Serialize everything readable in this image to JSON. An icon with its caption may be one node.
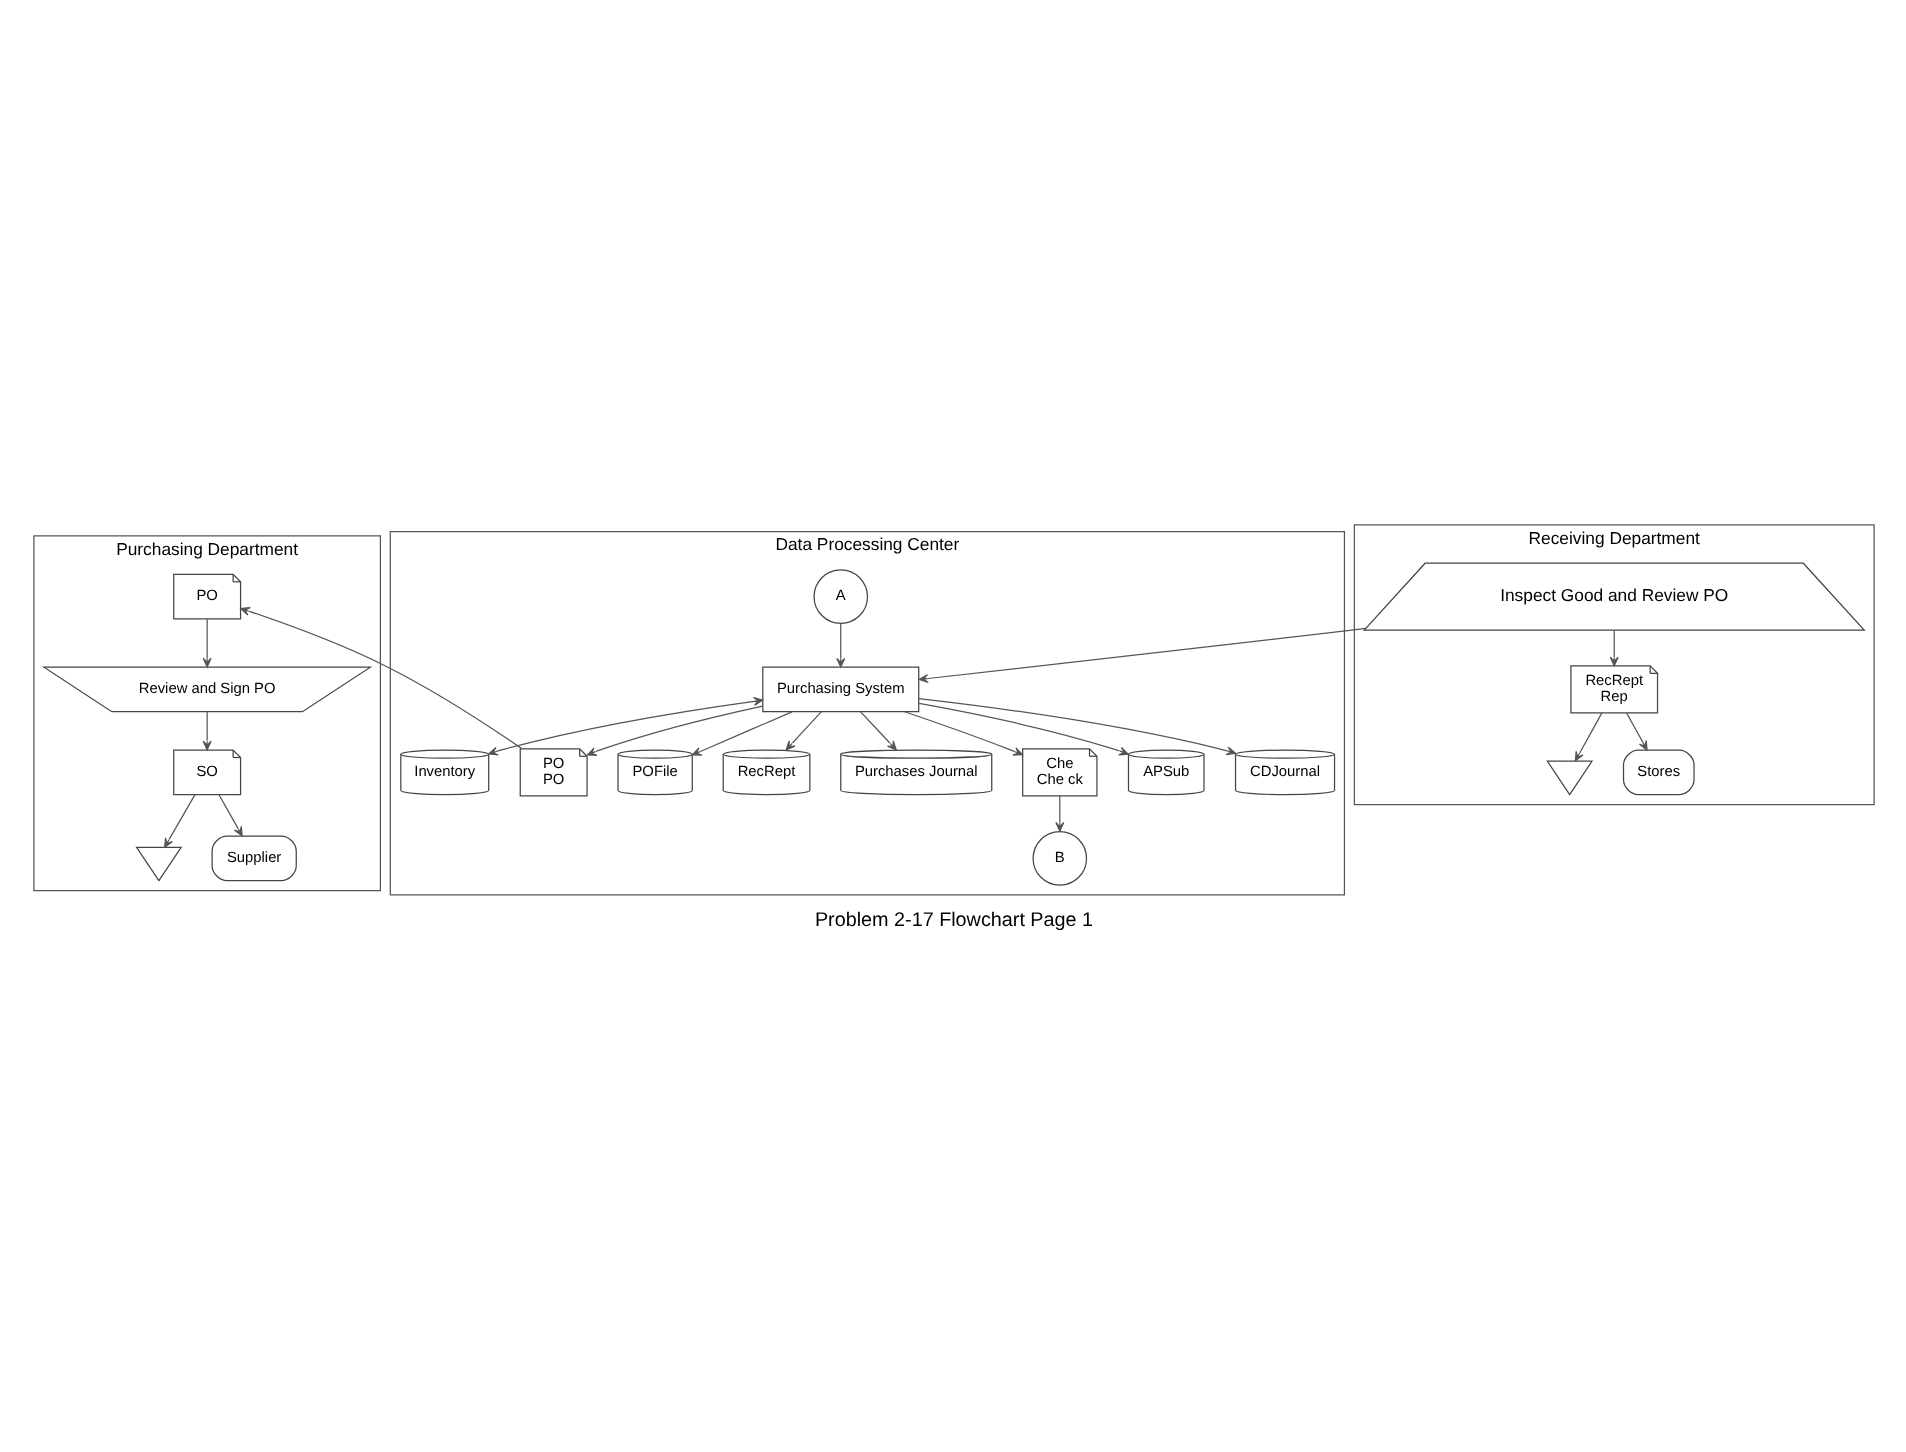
{
  "diagram": {
    "caption": "Problem 2-17 Flowchart Page 1",
    "nodes": [
      {
        "text": [
          "Purchasing Department"
        ]
      },
      {
        "text": [
          "PO"
        ],
        "in": 0
      },
      {
        "text": [
          "Review and Sign PO"
        ],
        "in": 0
      },
      {
        "text": [
          "SO"
        ],
        "in": 0
      },
      {
        "text": [],
        "shape": "triangle",
        "in": 0
      },
      {
        "text": [
          "Supplier"
        ],
        "in": 0
      },
      {
        "text": [
          "Data Processing Center"
        ]
      },
      {
        "text": [
          "A"
        ],
        "in": 6
      },
      {
        "text": [
          "Purchasing System"
        ],
        "in": 6
      },
      {
        "text": [
          "Inventory"
        ],
        "in": 6
      },
      {
        "text": [
          "PO",
          "PO"
        ],
        "in": 6
      },
      {
        "text": [
          "POFile"
        ],
        "in": 6
      },
      {
        "text": [
          "RecRept"
        ],
        "in": 6
      },
      {
        "text": [
          "Purchases Journal"
        ],
        "in": 6
      },
      {
        "text": [
          "Che",
          "Che ck"
        ],
        "in": 6
      },
      {
        "text": [
          "APSub"
        ],
        "in": 6
      },
      {
        "text": [
          "B"
        ],
        "in": 6
      },
      {
        "text": [
          "CDJournal"
        ],
        "in": 6
      },
      {
        "text": [
          "Receiving Department"
        ]
      },
      {
        "text": [
          "Inspect Good and Review PO"
        ],
        "in": 18
      },
      {
        "text": [
          "RecRept",
          "Rep"
        ],
        "in": 18
      },
      {
        "text": [],
        "shape": "triangle",
        "in": 18
      },
      {
        "text": [
          "Stores"
        ],
        "in": 18
      }
    ],
    "edges": [
      {
        "from": 10,
        "to": 1,
        "arrow": "to"
      },
      {
        "from": 1,
        "to": 2,
        "arrow": "to"
      },
      {
        "from": 2,
        "to": 3,
        "arrow": "to"
      },
      {
        "from": 3,
        "to": 4,
        "arrow": "to"
      },
      {
        "from": 3,
        "to": 5,
        "arrow": "to"
      },
      {
        "from": 7,
        "to": 8,
        "arrow": "to"
      },
      {
        "from": 19,
        "to": 8,
        "arrow": "to"
      },
      {
        "from": 8,
        "to": 9,
        "arrow": "both"
      },
      {
        "from": 8,
        "to": 10,
        "arrow": "to"
      },
      {
        "from": 8,
        "to": 14,
        "arrow": "to"
      },
      {
        "from": 8,
        "to": 11,
        "arrow": "to"
      },
      {
        "from": 8,
        "to": 12,
        "arrow": "to"
      },
      {
        "from": 8,
        "to": 13,
        "arrow": "to"
      },
      {
        "from": 8,
        "to": 15,
        "arrow": "to"
      },
      {
        "from": 8,
        "to": 17,
        "arrow": "to"
      },
      {
        "from": 14,
        "to": 16,
        "arrow": "to"
      },
      {
        "from": 19,
        "to": 20,
        "arrow": "to"
      },
      {
        "from": 20,
        "to": 21,
        "arrow": "to"
      },
      {
        "from": 20,
        "to": 22,
        "arrow": "to"
      }
    ]
  }
}
